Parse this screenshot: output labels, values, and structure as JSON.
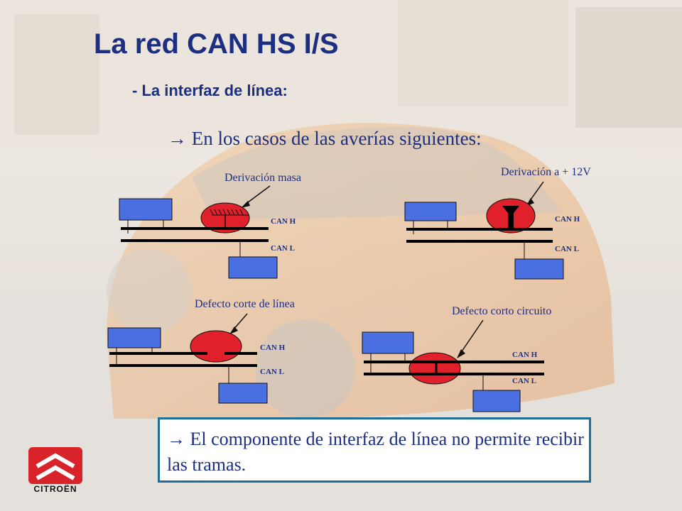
{
  "slide": {
    "title": "La red CAN HS I/S",
    "subtitle": "- La interfaz de línea:",
    "bullet_symbol": "→",
    "case_intro": "En los casos de las averías siguientes:",
    "result_text": "El componente de interfaz de línea no permite recibir las tramas."
  },
  "diagrams": [
    {
      "label": "Derivación masa",
      "can_h": "CAN H",
      "can_l": "CAN L"
    },
    {
      "label": "Derivación a + 12V",
      "can_h": "CAN H",
      "can_l": "CAN L"
    },
    {
      "label": "Defecto corte de línea",
      "can_h": "CAN H",
      "can_l": "CAN L"
    },
    {
      "label": "Defecto corto circuito",
      "can_h": "CAN H",
      "can_l": "CAN L"
    }
  ],
  "brand": {
    "name": "CITROËN",
    "logo_icon": "citroen-double-chevron-logo",
    "colors": {
      "title": "#1d2f80",
      "ecu_fill": "#4a6fe0",
      "fault_fill": "#e0202a",
      "box_border": "#1f6e97",
      "logo_red": "#d8232a"
    }
  }
}
